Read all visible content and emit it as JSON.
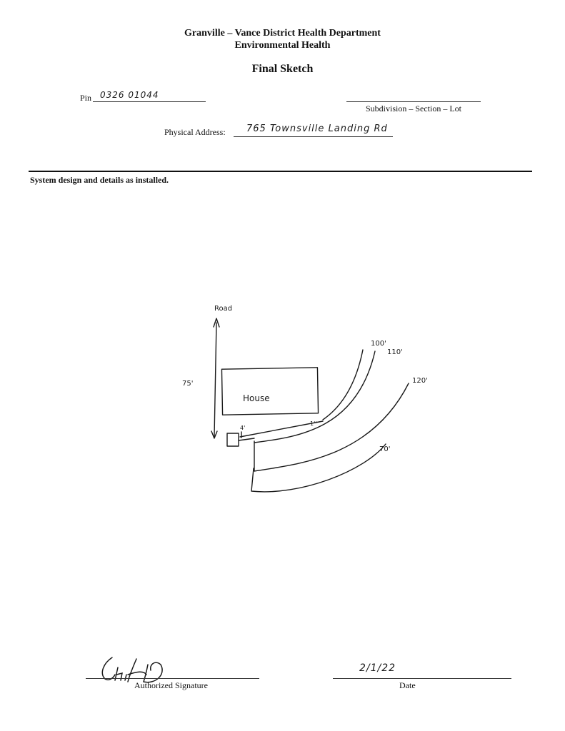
{
  "header": {
    "org_name": "Granville – Vance District Health Department",
    "division": "Environmental Health",
    "title": "Final Sketch"
  },
  "fields": {
    "pin_label": "Pin",
    "pin_value": "0326  01044",
    "subdivision_label": "Subdivision – Section – Lot",
    "subdivision_value": "",
    "address_label": "Physical Address:",
    "address_value": "765 Townsville Landing Rd"
  },
  "section": {
    "heading": "System design and details as installed."
  },
  "sketch": {
    "house_label": "House",
    "dist_75": "75'",
    "label_top": "Road",
    "contour_100": "100'",
    "contour_110": "110'",
    "contour_120": "120'",
    "contour_70": "70'",
    "small_label_1": "4'",
    "small_label_2": "1''"
  },
  "footer": {
    "signature_label": "Authorized Signature",
    "date_label": "Date",
    "date_value": "2/1/22"
  }
}
